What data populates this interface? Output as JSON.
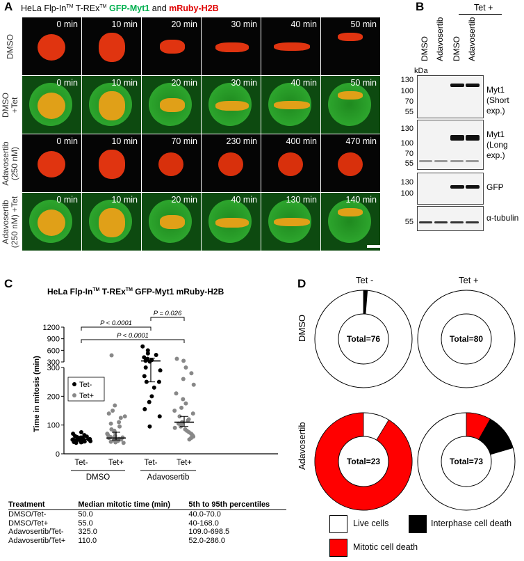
{
  "panels": {
    "a": "A",
    "b": "B",
    "c": "C",
    "d": "D"
  },
  "panel_a": {
    "title_prefix": "HeLa Flp-In",
    "tm1": "TM",
    "title_mid": " T-REx",
    "tm2": "TM",
    "title_green": " GFP-Myt1",
    "title_and": " and ",
    "title_red": "mRuby-H2B",
    "rows": [
      {
        "label": "DMSO",
        "label2": "",
        "times": [
          "0 min",
          "10 min",
          "20 min",
          "30 min",
          "40 min",
          "50 min"
        ]
      },
      {
        "label": "DMSO",
        "label2": "+Tet",
        "times": [
          "0 min",
          "10 min",
          "20 min",
          "30 min",
          "40 min",
          "50 min"
        ]
      },
      {
        "label": "Adavosertib",
        "label2": "(250 nM)",
        "times": [
          "0 min",
          "10 min",
          "70 min",
          "230 min",
          "400 min",
          "470 min"
        ]
      },
      {
        "label": "Adavosertib",
        "label2": "(250 nM) +Tet",
        "times": [
          "0 min",
          "10 min",
          "20 min",
          "40 min",
          "130 min",
          "140 min"
        ]
      }
    ]
  },
  "panel_b": {
    "tet_label": "Tet +",
    "lanes": [
      "DMSO",
      "Adavosertib",
      "DMSO",
      "Adavosertib"
    ],
    "kda": "kDa",
    "blots": [
      {
        "name": "Myt1",
        "sub": "(Short exp.)",
        "markers": [
          "130",
          "100",
          "70",
          "55"
        ]
      },
      {
        "name": "Myt1",
        "sub": "(Long exp.)",
        "markers": [
          "130",
          "100",
          "70",
          "55"
        ]
      },
      {
        "name": "GFP",
        "sub": "",
        "markers": [
          "130",
          "100"
        ]
      },
      {
        "name": "α-tubulin",
        "sub": "",
        "markers": [
          "55"
        ]
      }
    ]
  },
  "panel_c": {
    "title_prefix": "HeLa Flp-In",
    "tm1": "TM",
    "title_mid": " T-REx",
    "tm2": "TM",
    "title_rest": " GFP-Myt1 mRuby-H2B",
    "ylabel": "Time in mitosis (min)",
    "legend": [
      "Tet-",
      "Tet+"
    ],
    "groups": [
      "DMSO",
      "Adavosertib"
    ],
    "xlabels": [
      "Tet-",
      "Tet+",
      "Tet-",
      "Tet+"
    ],
    "pvalues": [
      "P < 0.0001",
      "P < 0.0001",
      "P = 0.026"
    ],
    "table": {
      "headers": [
        "Treatment",
        "Median mitotic time (min)",
        "5th to 95th percentiles"
      ],
      "rows": [
        [
          "DMSO/Tet-",
          "50.0",
          "40.0-70.0"
        ],
        [
          "DMSO/Tet+",
          "55.0",
          "40-168.0"
        ],
        [
          "Adavosertib/Tet-",
          "325.0",
          "109.0-698.5"
        ],
        [
          "Adavosertib/Tet+",
          "110.0",
          "52.0-286.0"
        ]
      ]
    }
  },
  "chart_data": {
    "type": "scatter",
    "title": "HeLa Flp-InTM T-RExTM GFP-Myt1 mRuby-H2B",
    "ylabel": "Time in mitosis (min)",
    "y_axis_segments": [
      {
        "range": [
          0,
          300
        ],
        "ticks": [
          0,
          100,
          200,
          300
        ]
      },
      {
        "range": [
          300,
          1200
        ],
        "ticks": [
          300,
          600,
          900,
          1200
        ]
      }
    ],
    "categories": [
      "DMSO Tet-",
      "DMSO Tet+",
      "Adavosertib Tet-",
      "Adavosertib Tet+"
    ],
    "series": [
      {
        "name": "Tet-",
        "color": "#000000",
        "groups": [
          {
            "x": 0,
            "values": [
              40,
              42,
              44,
              45,
              46,
              48,
              50,
              50,
              52,
              55,
              58,
              60,
              65,
              70,
              75,
              38,
              43,
              47,
              53,
              57,
              62,
              49,
              51,
              44,
              41
            ]
          },
          {
            "x": 2,
            "values": [
              95,
              130,
              155,
              180,
              200,
              230,
              250,
              270,
              290,
              310,
              330,
              350,
              380,
              420,
              480,
              520,
              600,
              700,
              250,
              300
            ]
          }
        ]
      },
      {
        "name": "Tet+",
        "color": "#888888",
        "groups": [
          {
            "x": 1,
            "values": [
              38,
              40,
              42,
              45,
              48,
              50,
              52,
              55,
              58,
              60,
              65,
              70,
              80,
              95,
              110,
              130,
              150,
              168,
              45,
              52,
              57,
              62,
              75,
              85,
              105,
              125,
              140,
              470
            ]
          },
          {
            "x": 3,
            "values": [
              50,
              55,
              60,
              65,
              70,
              75,
              80,
              85,
              90,
              95,
              100,
              105,
              110,
              115,
              120,
              130,
              140,
              150,
              160,
              175,
              190,
              210,
              240,
              260,
              280,
              300,
              330,
              380
            ]
          }
        ]
      }
    ],
    "medians": [
      50,
      55,
      325,
      110
    ],
    "ci": [
      [
        45,
        58
      ],
      [
        48,
        75
      ],
      [
        250,
        400
      ],
      [
        95,
        130
      ]
    ],
    "pvalues": [
      {
        "pair": [
          0,
          2
        ],
        "label": "P < 0.0001"
      },
      {
        "pair": [
          0,
          3
        ],
        "label": "P < 0.0001"
      },
      {
        "pair": [
          2,
          3
        ],
        "label": "P = 0.026"
      }
    ]
  },
  "panel_d": {
    "col_labels": [
      "Tet -",
      "Tet +"
    ],
    "row_labels": [
      "DMSO",
      "Adavosertib"
    ],
    "pies": [
      {
        "total": "Total=76",
        "fractions": {
          "live": 0.987,
          "mitotic": 0.0,
          "interphase": 0.013
        }
      },
      {
        "total": "Total=80",
        "fractions": {
          "live": 1.0,
          "mitotic": 0.0,
          "interphase": 0.0
        }
      },
      {
        "total": "Total=23",
        "fractions": {
          "live": 0.087,
          "mitotic": 0.913,
          "interphase": 0.0
        }
      },
      {
        "total": "Total=73",
        "fractions": {
          "live": 0.795,
          "mitotic": 0.082,
          "interphase": 0.123
        }
      }
    ],
    "legend": [
      "Live cells",
      "Interphase cell death",
      "Mitotic cell death"
    ],
    "colors": {
      "live": "#ffffff",
      "mitotic": "#ff0000",
      "interphase": "#000000"
    }
  }
}
